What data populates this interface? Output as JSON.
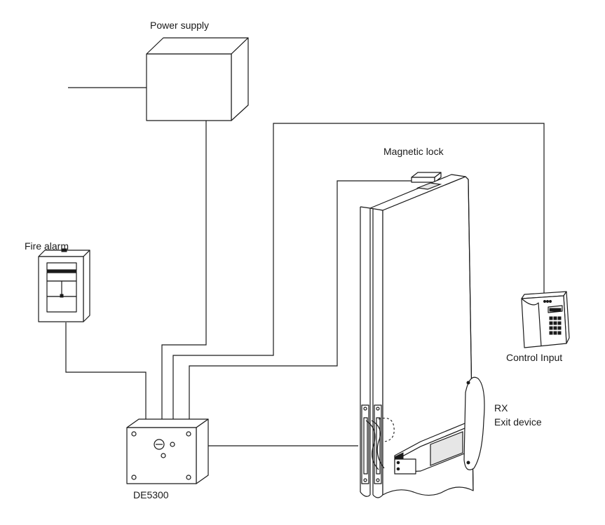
{
  "labels": {
    "power_supply": "Power supply",
    "magnetic_lock": "Magnetic lock",
    "fire_alarm": "Fire alarm",
    "control_input": "Control Input",
    "exit_device_line1": "RX",
    "exit_device_line2": "Exit device",
    "controller": "DE5300"
  },
  "colors": {
    "line": "#1a1a1a",
    "background": "#ffffff"
  }
}
